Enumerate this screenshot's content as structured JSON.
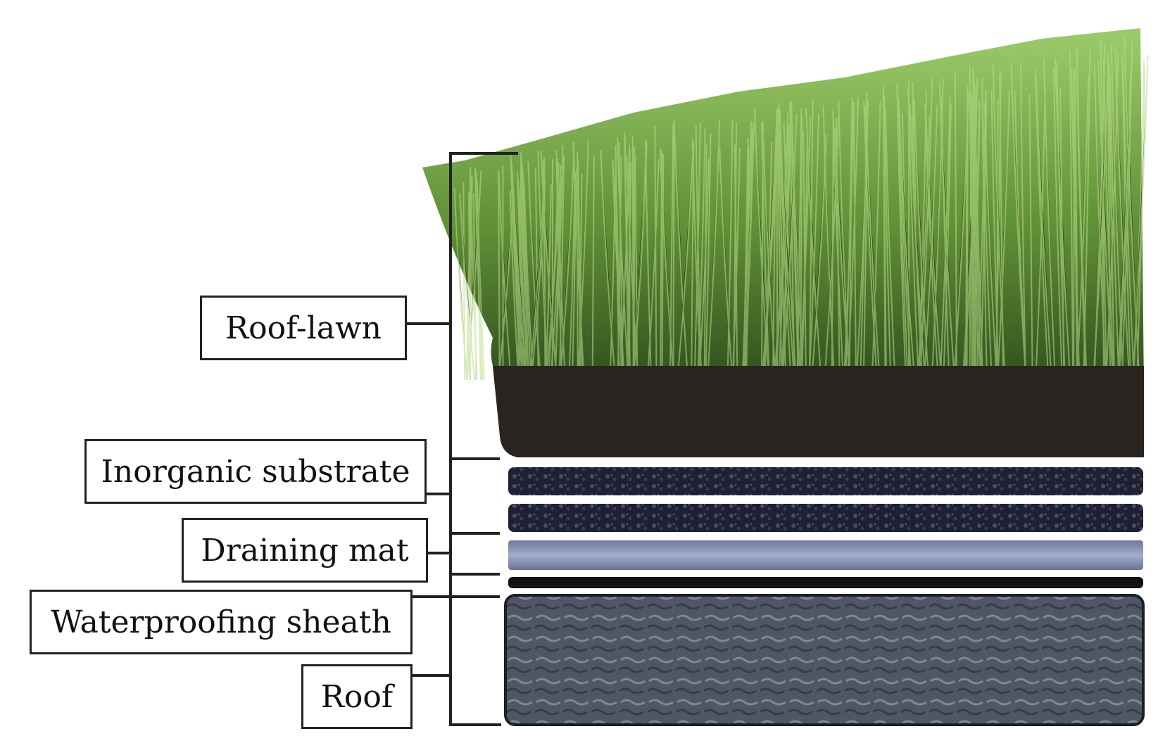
{
  "labels": {
    "roof_lawn": "Roof-lawn",
    "inorganic_substrate": "Inorganic substrate",
    "draining_mat": "Draining mat",
    "waterproofing_sheath": "Waterproofing sheath",
    "roof": "Roof"
  },
  "colors": {
    "grass_light": "#8fbf5a",
    "grass_dark": "#2f4a1c",
    "soil": "#2a2420",
    "substrate": "#22243a",
    "draining_mat": "#8f98b8",
    "sheath": "#111111",
    "roof": "#4d5563",
    "line": "#222222"
  }
}
